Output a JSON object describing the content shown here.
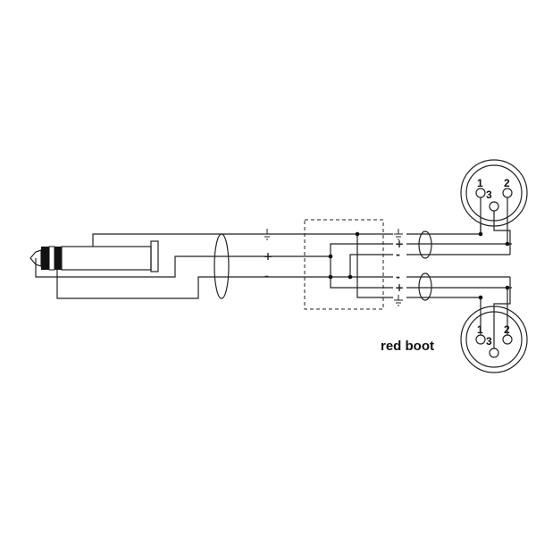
{
  "diagram": {
    "label": "red boot",
    "signal_symbols": {
      "plus": "+",
      "minus": "-"
    },
    "xlr_top": {
      "pin1": "1",
      "pin2": "2",
      "pin3": "3"
    },
    "xlr_bottom": {
      "pin1": "1",
      "pin2": "2",
      "pin3": "3"
    }
  }
}
